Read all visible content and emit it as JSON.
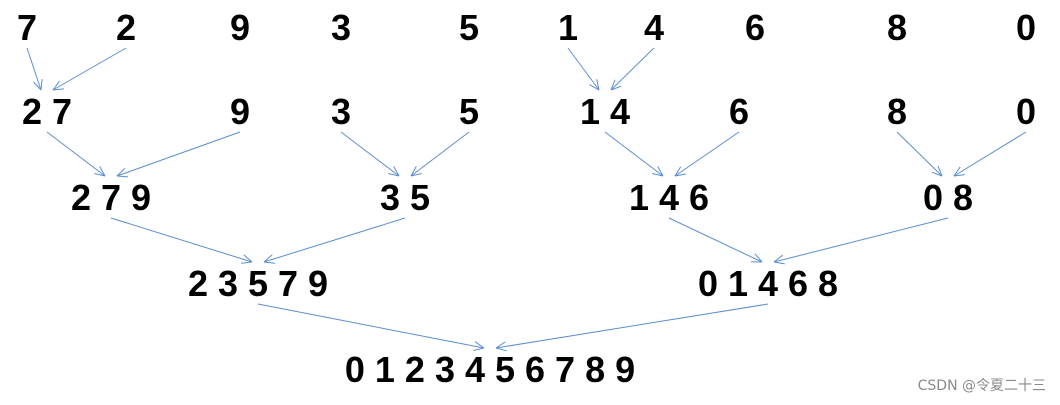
{
  "rows": [
    {
      "id": "row-0",
      "groups": [
        "7",
        "2",
        "9",
        "3",
        "5",
        "1",
        "4",
        "6",
        "8",
        "0"
      ]
    },
    {
      "id": "row-1",
      "groups": [
        "2 7",
        "9",
        "3",
        "5",
        "1 4",
        "6",
        "8",
        "0"
      ]
    },
    {
      "id": "row-2",
      "groups": [
        "2 7 9",
        "3 5",
        "1 4 6",
        "0 8"
      ]
    },
    {
      "id": "row-3",
      "groups": [
        "2 3 5 7 9",
        "0 1 4 6 8"
      ]
    },
    {
      "id": "row-4",
      "groups": [
        "0 1 2 3 4 5 6 7 8 9"
      ]
    }
  ],
  "merges": [
    {
      "from": [
        [
          0,
          0
        ],
        [
          0,
          1
        ]
      ],
      "to": [
        1,
        0
      ]
    },
    {
      "from": [
        [
          0,
          5
        ],
        [
          0,
          6
        ]
      ],
      "to": [
        1,
        4
      ]
    },
    {
      "from": [
        [
          1,
          0
        ],
        [
          1,
          1
        ]
      ],
      "to": [
        2,
        0
      ]
    },
    {
      "from": [
        [
          1,
          2
        ],
        [
          1,
          3
        ]
      ],
      "to": [
        2,
        1
      ]
    },
    {
      "from": [
        [
          1,
          4
        ],
        [
          1,
          5
        ]
      ],
      "to": [
        2,
        2
      ]
    },
    {
      "from": [
        [
          1,
          6
        ],
        [
          1,
          7
        ]
      ],
      "to": [
        2,
        3
      ]
    },
    {
      "from": [
        [
          2,
          0
        ],
        [
          2,
          1
        ]
      ],
      "to": [
        3,
        0
      ]
    },
    {
      "from": [
        [
          2,
          2
        ],
        [
          2,
          3
        ]
      ],
      "to": [
        3,
        1
      ]
    },
    {
      "from": [
        [
          3,
          0
        ],
        [
          3,
          1
        ]
      ],
      "to": [
        4,
        0
      ]
    }
  ],
  "arrow_color": "#5b8fd0",
  "text_color": "#000000",
  "watermark": "CSDN @令夏二十三"
}
